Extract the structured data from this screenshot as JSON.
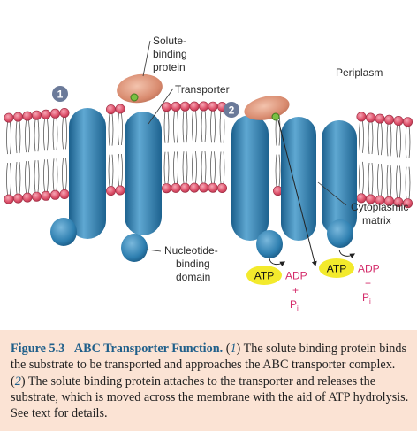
{
  "diagram": {
    "labels": {
      "solute_binding_protein": [
        "Solute-",
        "binding",
        "protein"
      ],
      "transporter": "Transporter",
      "periplasm": "Periplasm",
      "cytoplasmic_matrix": [
        "Cytoplasmic",
        "matrix"
      ],
      "nucleotide_binding_domain": [
        "Nucleotide-",
        "binding",
        "domain"
      ]
    },
    "steps": [
      "1",
      "2"
    ],
    "reaction_left": {
      "atp": "ATP",
      "adp": "ADP",
      "plus": "+",
      "pi": "P",
      "pi_sub": "i"
    },
    "reaction_right": {
      "atp": "ATP",
      "adp": "ADP",
      "plus": "+",
      "pi": "P",
      "pi_sub": "i"
    }
  },
  "caption": {
    "figure_label": "Figure 5.3",
    "title": "ABC Transporter Function.",
    "step1_num": "1",
    "step1_text": "The solute binding protein binds the substrate to be transported and approaches the ABC transporter complex.",
    "step2_num": "2",
    "step2_text": "The solute binding protein attaches to the transporter and releases the substrate, which is moved across the membrane with the aid of ATP hydrolysis. See text for details."
  },
  "colors": {
    "membrane_head": "#e0566f",
    "transporter": "#2e7fb0",
    "binding_protein": "#d88a6e",
    "substrate": "#7bc043",
    "atp_highlight": "#f3ea2c",
    "reaction_text": "#d42b6a",
    "step_badge": "#6b7a99",
    "caption_bg": "#fbe3d4",
    "caption_heading": "#1f5f8a"
  }
}
